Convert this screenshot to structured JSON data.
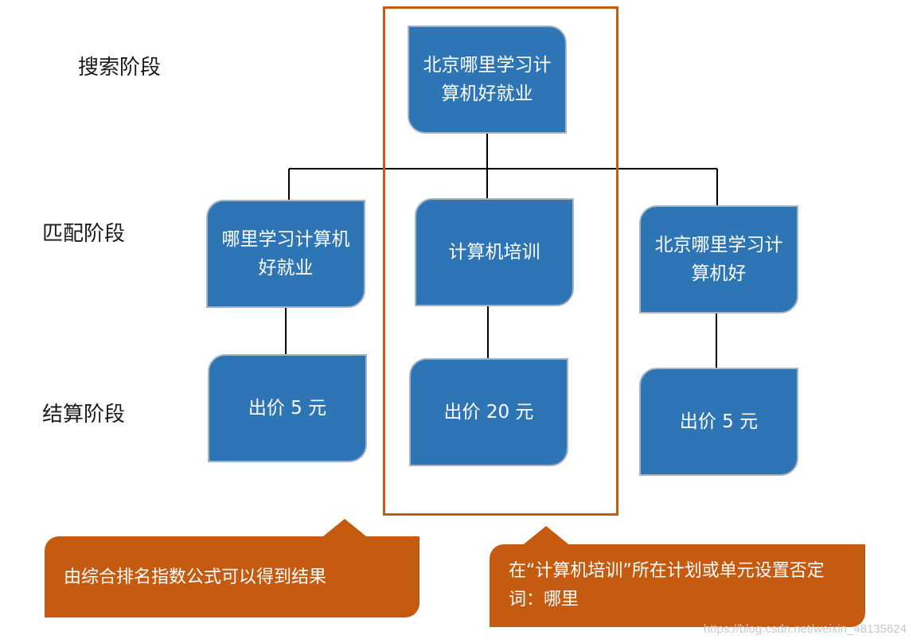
{
  "stages": {
    "search": "搜索阶段",
    "match": "匹配阶段",
    "settle": "结算阶段"
  },
  "boxes": {
    "search_query": "北京哪里学习计算机好就业",
    "match_left": "哪里学习计算机好就业",
    "match_center": "计算机培训",
    "match_right": "北京哪里学习计算机好",
    "bid_left": "出价 5 元",
    "bid_center": "出价 20 元",
    "bid_right": "出价 5 元"
  },
  "callouts": {
    "left": "由综合排名指数公式可以得到结果",
    "right": "在“计算机培训”所在计划或单元设置否定词：哪里"
  },
  "watermark": "https://blog.csdn.net/weixin_48135624",
  "colors": {
    "box_fill": "#2e75b6",
    "highlight": "#c55a11",
    "callout_fill": "#c55a11"
  }
}
